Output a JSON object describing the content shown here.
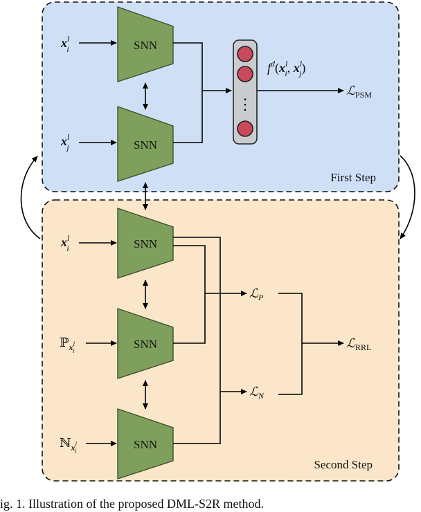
{
  "first_step": {
    "title": "First Step",
    "input_i": {
      "var": "x",
      "sup": "l",
      "sub": "i"
    },
    "input_j": {
      "var": "x",
      "sup": "l",
      "sub": "j"
    },
    "snn_top": "SNN",
    "snn_bottom": "SNN",
    "embedding_dots": "⋮",
    "fd_label": {
      "f": "f",
      "sup": "d",
      "args": "(x, x)"
    },
    "loss": {
      "symbol": "ℒ",
      "sub": "PSM"
    }
  },
  "second_step": {
    "title": "Second Step",
    "input_anchor": {
      "var": "x",
      "sup": "l",
      "sub": "i"
    },
    "input_pos": {
      "set": "ℙ",
      "sub_var": "x",
      "sub_sup": "l",
      "sub_sub": "i"
    },
    "input_neg": {
      "set": "ℕ",
      "sub_var": "x",
      "sub_sup": "l",
      "sub_sub": "i"
    },
    "snn_1": "SNN",
    "snn_2": "SNN",
    "snn_3": "SNN",
    "loss_p": {
      "symbol": "ℒ",
      "sub": "P"
    },
    "loss_n": {
      "symbol": "ℒ",
      "sub": "N"
    },
    "loss_rrl": {
      "symbol": "ℒ",
      "sub": "RRL"
    }
  },
  "caption_fragment": "ig. 1. Illustration of the proposed DML-S2R method.",
  "colors": {
    "first_step_fill": "#cfe0f6",
    "second_step_fill": "#fbe6c9",
    "snn_fill": "#7fa05d",
    "node_fill": "#c9485b",
    "vector_fill": "#c9cccf"
  }
}
